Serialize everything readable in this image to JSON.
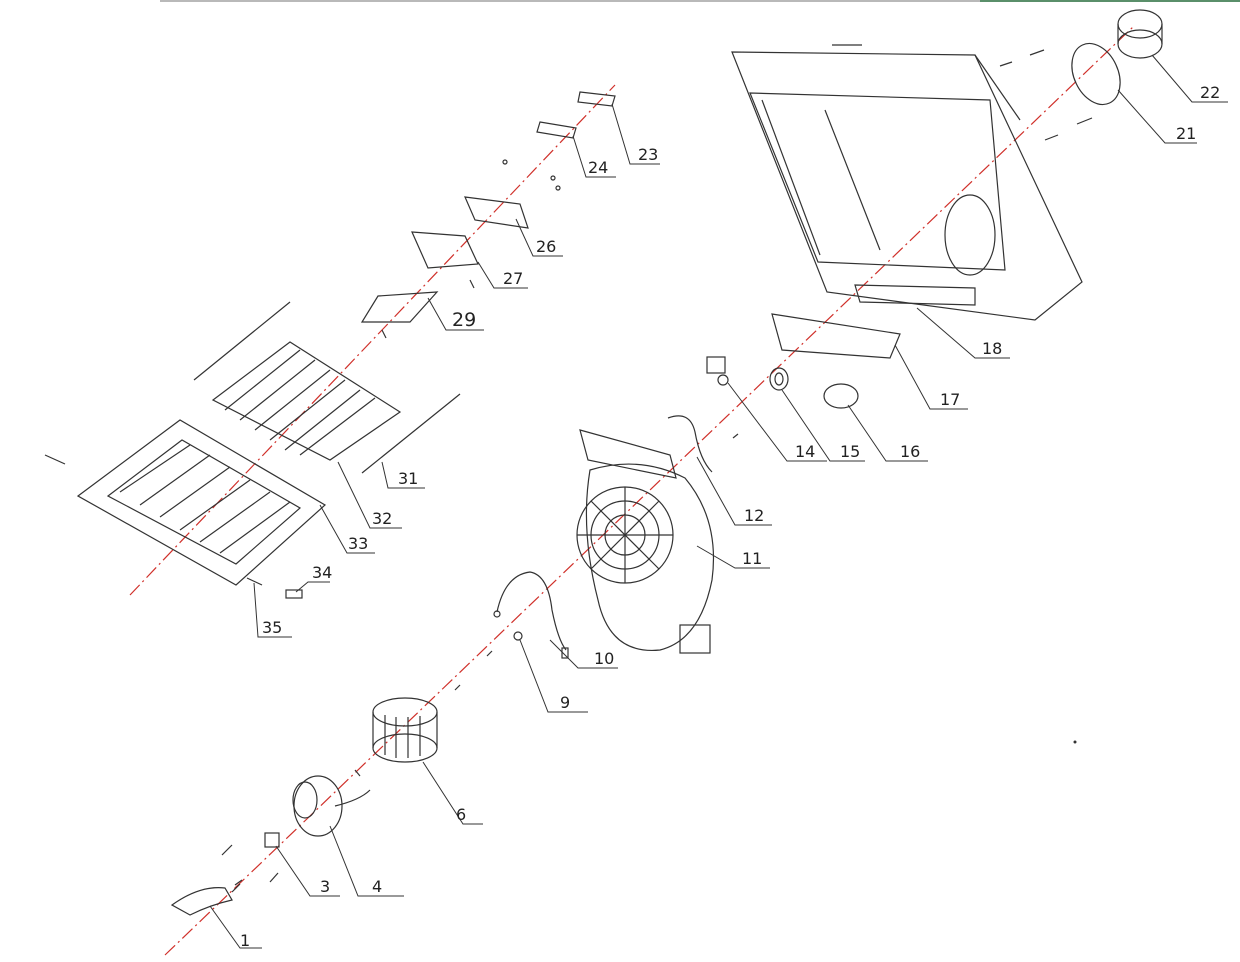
{
  "colors": {
    "axis": "#d0302a",
    "line": "#333333",
    "accent_top": "#5a8f6a"
  },
  "callouts": [
    {
      "id": "c1",
      "text": "1"
    },
    {
      "id": "c3",
      "text": "3"
    },
    {
      "id": "c4",
      "text": "4"
    },
    {
      "id": "c6",
      "text": "6"
    },
    {
      "id": "c9",
      "text": "9"
    },
    {
      "id": "c10",
      "text": "10"
    },
    {
      "id": "c11",
      "text": "11"
    },
    {
      "id": "c12",
      "text": "12"
    },
    {
      "id": "c14",
      "text": "14"
    },
    {
      "id": "c15",
      "text": "15"
    },
    {
      "id": "c16",
      "text": "16"
    },
    {
      "id": "c17",
      "text": "17"
    },
    {
      "id": "c18",
      "text": "18"
    },
    {
      "id": "c21",
      "text": "21"
    },
    {
      "id": "c22",
      "text": "22"
    },
    {
      "id": "c23",
      "text": "23"
    },
    {
      "id": "c24",
      "text": "24"
    },
    {
      "id": "c26",
      "text": "26"
    },
    {
      "id": "c27",
      "text": "27"
    },
    {
      "id": "c29",
      "text": "29"
    },
    {
      "id": "c31",
      "text": "31"
    },
    {
      "id": "c32",
      "text": "32"
    },
    {
      "id": "c33",
      "text": "33"
    },
    {
      "id": "c34",
      "text": "34"
    },
    {
      "id": "c35",
      "text": "35"
    }
  ]
}
